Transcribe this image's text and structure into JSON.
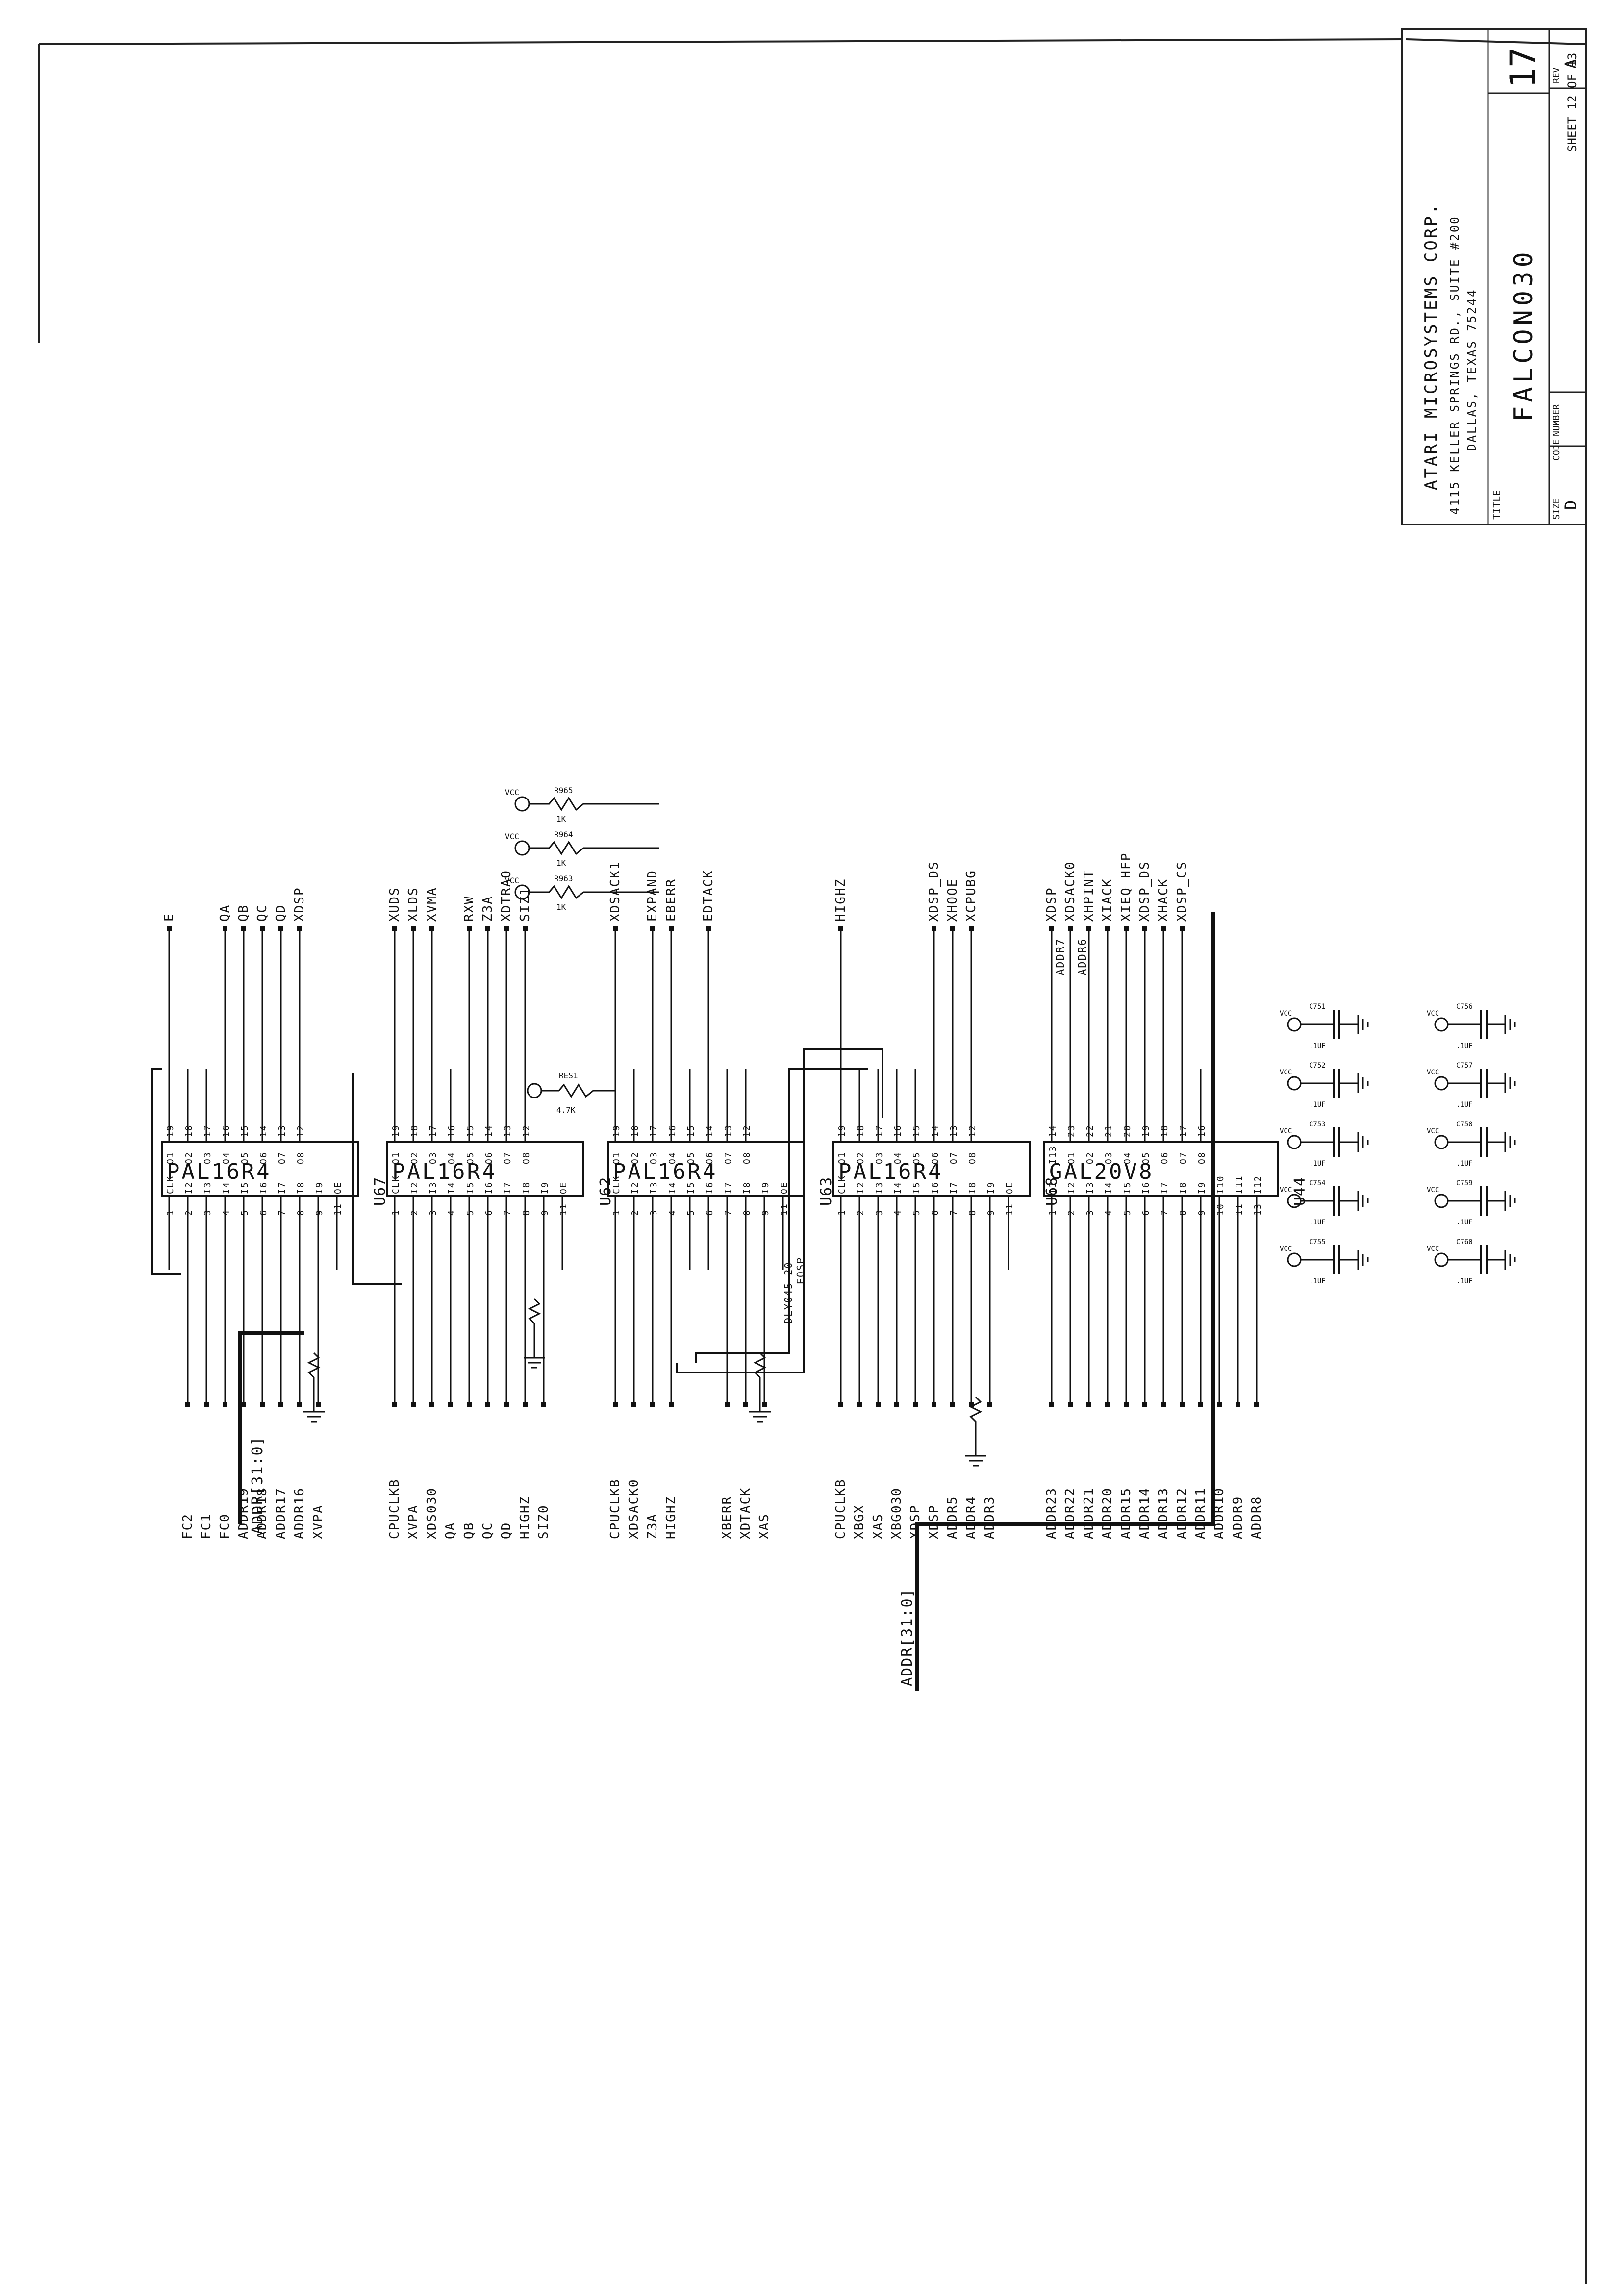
{
  "title_block": {
    "company": "ATARI MICROSYSTEMS CORP.",
    "address1": "4115 KELLER SPRINGS RD., SUITE #200",
    "address2": "DALLAS, TEXAS 75244",
    "title_label": "TITLE",
    "title": "FALCON030",
    "size_label": "SIZE",
    "size": "D",
    "code_label": "CODE",
    "number_label": "NUMBER",
    "rev_label": "REV",
    "rev": "A",
    "sheet": "SHEET 12 OF 13",
    "page_no": "17"
  },
  "chips": [
    {
      "ref": "U67",
      "type": "PAL16R4",
      "left": [
        "CLK",
        "I2",
        "I3",
        "I4",
        "I5",
        "I6",
        "I7",
        "I8",
        "I9",
        "OE"
      ],
      "left_no": [
        "1",
        "2",
        "3",
        "4",
        "5",
        "6",
        "7",
        "8",
        "9",
        "11"
      ],
      "right": [
        "O1",
        "O2",
        "O3",
        "O4",
        "O5",
        "O6",
        "O7",
        "O8"
      ],
      "right_no": [
        "19",
        "18",
        "17",
        "16",
        "15",
        "14",
        "13",
        "12"
      ],
      "in_signals": [
        "",
        "FC2",
        "FC1",
        "FC0",
        "ADDR19",
        "ADDR18",
        "ADDR17",
        "ADDR16",
        "XVPA",
        ""
      ],
      "out_signals": [
        "E",
        "",
        "",
        "QA",
        "QB",
        "QC",
        "QD",
        "XDSP"
      ]
    },
    {
      "ref": "U62",
      "type": "PAL16R4",
      "left": [
        "CLK",
        "I2",
        "I3",
        "I4",
        "I5",
        "I6",
        "I7",
        "I8",
        "I9",
        "OE"
      ],
      "left_no": [
        "1",
        "2",
        "3",
        "4",
        "5",
        "6",
        "7",
        "8",
        "9",
        "11"
      ],
      "right": [
        "O1",
        "O2",
        "O3",
        "O4",
        "O5",
        "O6",
        "O7",
        "O8"
      ],
      "right_no": [
        "19",
        "18",
        "17",
        "16",
        "15",
        "14",
        "13",
        "12"
      ],
      "in_signals": [
        "CPUCLKB",
        "XVPA",
        "XDS030",
        "QA",
        "QB",
        "QC",
        "QD",
        "HIGHZ",
        "SIZ0",
        ""
      ],
      "out_signals": [
        "XUDS",
        "XLDS",
        "XVMA",
        "",
        "RXW",
        "Z3A",
        "XDTRAO",
        "SIZ1"
      ]
    },
    {
      "ref": "U63",
      "type": "PAL16R4",
      "left": [
        "CLK",
        "I2",
        "I3",
        "I4",
        "I5",
        "I6",
        "I7",
        "I8",
        "I9",
        "OE"
      ],
      "left_no": [
        "1",
        "2",
        "3",
        "4",
        "5",
        "6",
        "7",
        "8",
        "9",
        "11"
      ],
      "right": [
        "O1",
        "O2",
        "O3",
        "O4",
        "O5",
        "O6",
        "O7",
        "O8"
      ],
      "right_no": [
        "19",
        "18",
        "17",
        "16",
        "15",
        "14",
        "13",
        "12"
      ],
      "in_signals": [
        "CPUCLKB",
        "XDSACK0",
        "Z3A",
        "HIGHZ",
        "",
        "",
        "XBERR",
        "XDTACK",
        "XAS",
        ""
      ],
      "out_signals": [
        "XDSACK1",
        "",
        "EXPAND",
        "EBERR",
        "",
        "EDTACK",
        "",
        ""
      ]
    },
    {
      "ref": "U68",
      "type": "PAL16R4",
      "left": [
        "CLK",
        "I2",
        "I3",
        "I4",
        "I5",
        "I6",
        "I7",
        "I8",
        "I9",
        "OE"
      ],
      "left_no": [
        "1",
        "2",
        "3",
        "4",
        "5",
        "6",
        "7",
        "8",
        "9",
        "11"
      ],
      "right": [
        "O1",
        "O2",
        "O3",
        "O4",
        "O5",
        "O6",
        "O7",
        "O8"
      ],
      "right_no": [
        "19",
        "18",
        "17",
        "16",
        "15",
        "14",
        "13",
        "12"
      ],
      "in_signals": [
        "CPUCLKB",
        "XBGX",
        "XAS",
        "XBG030",
        "XDSP",
        "XDSP",
        "ADDR5",
        "ADDR4",
        "ADDR3",
        ""
      ],
      "out_signals": [
        "HIGHZ",
        "",
        "",
        "",
        "",
        "XDSP_DS",
        "XHOOE",
        "XCPUBG"
      ]
    },
    {
      "ref": "U44",
      "type": "GAL20V8",
      "left": [
        "I1",
        "I2",
        "I3",
        "I4",
        "I5",
        "I6",
        "I7",
        "I8",
        "I9",
        "I10",
        "I11",
        "I12"
      ],
      "left_no": [
        "1",
        "2",
        "3",
        "4",
        "5",
        "6",
        "7",
        "8",
        "9",
        "10",
        "11",
        "13"
      ],
      "right": [
        "I13",
        "O1",
        "O2",
        "O3",
        "O4",
        "O5",
        "O6",
        "O7",
        "O8"
      ],
      "right_no": [
        "14",
        "23",
        "22",
        "21",
        "20",
        "19",
        "18",
        "17",
        "16"
      ],
      "in_signals": [
        "ADDR23",
        "ADDR22",
        "ADDR21",
        "ADDR20",
        "ADDR15",
        "ADDR14",
        "ADDR13",
        "ADDR12",
        "ADDR11",
        "ADDR10",
        "ADDR9",
        "ADDR8"
      ],
      "out_signals": [
        "XDSP",
        "XDSACK0",
        "XHPINT",
        "XIACK",
        "XIEQ_HFP",
        "XDSP_DS",
        "XHACK",
        "XDSP_CS",
        ""
      ]
    }
  ],
  "labels": {
    "bus1": "ADDR[31:0]",
    "bus2": "ADDR[31:0]",
    "bus_u44_a": "ADDR7",
    "bus_u44_b": "ADDR6",
    "resistor_val": "4.7K",
    "res_ref": "RES1",
    "vcc": "VCC",
    "gnd": "GND",
    "osc_note": "DLY045 20",
    "osc_note2": "EQSP"
  },
  "pullups": [
    {
      "ref": "R965",
      "val": "1K",
      "net": "EXPAND"
    },
    {
      "ref": "R964",
      "val": "1K",
      "net": "EBERR"
    },
    {
      "ref": "R963",
      "val": "1K",
      "net": "EDTACK"
    }
  ],
  "caps": [
    {
      "ref": "C751",
      "val": ".1UF"
    },
    {
      "ref": "C752",
      "val": ".1UF"
    },
    {
      "ref": "C753",
      "val": ".1UF"
    },
    {
      "ref": "C754",
      "val": ".1UF"
    },
    {
      "ref": "C755",
      "val": ".1UF"
    },
    {
      "ref": "C756",
      "val": ".1UF"
    },
    {
      "ref": "C757",
      "val": ".1UF"
    },
    {
      "ref": "C758",
      "val": ".1UF"
    },
    {
      "ref": "C759",
      "val": ".1UF"
    },
    {
      "ref": "C760",
      "val": ".1UF"
    }
  ]
}
